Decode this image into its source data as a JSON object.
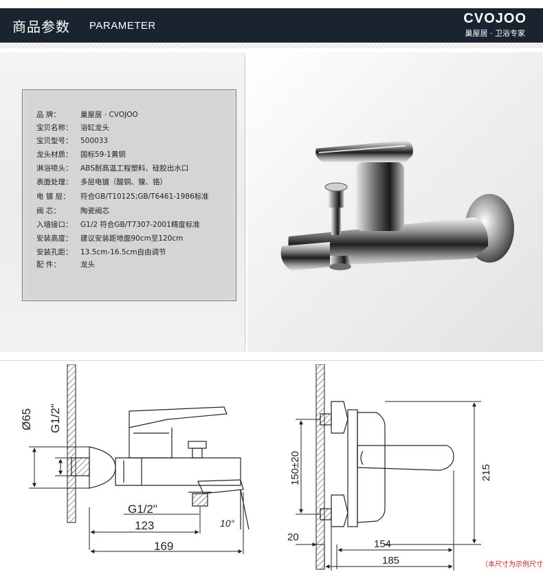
{
  "header": {
    "title_cn": "商品参数",
    "title_en": "PARAMETER",
    "brand_logo": "CVOJOO",
    "brand_sub": "巢屋居 · 卫浴专家"
  },
  "params": [
    {
      "label": "品 牌：",
      "value": "巢屋居 · CVOJOO"
    },
    {
      "label": "宝贝名称：",
      "value": "浴缸龙头"
    },
    {
      "label": "宝贝型号：",
      "value": "500033"
    },
    {
      "label": "龙头材质：",
      "value": "国标59-1黄铜"
    },
    {
      "label": "淋浴喷头：",
      "value": "ABS耐高温工程塑料、硅胶出水口"
    },
    {
      "label": "表面处理：",
      "value": "多层电镀（酸铜、镍、铬）"
    },
    {
      "label": "电 镀 层：",
      "value": "符合GB/T10125;GB/T6461-1986标准"
    },
    {
      "label": "阀 芯：",
      "value": "陶瓷阀芯"
    },
    {
      "label": "入墙接口：",
      "value": "G1/2 符合GB/T7307-2001精度标准"
    },
    {
      "label": "安装高度：",
      "value": "建议安装距地面90cm至120cm"
    },
    {
      "label": "安装孔距：",
      "value": "13.5cm-16.5cm自由调节"
    },
    {
      "label": "配 件：",
      "value": "龙头"
    }
  ],
  "drawing": {
    "left": {
      "dia": "Ø65",
      "thread_vert": "G1/2\"",
      "thread_bottom": "G1/2\"",
      "dim_123": "123",
      "dim_169": "169",
      "angle": "10°"
    },
    "right": {
      "dim_150": "150±20",
      "dim_215": "215",
      "dim_20": "20",
      "dim_154": "154",
      "dim_185": "185"
    }
  },
  "note": "（本尺寸为示例尺寸）",
  "colors": {
    "header_bg": "#1a2430",
    "note_red": "#d21f1f"
  }
}
